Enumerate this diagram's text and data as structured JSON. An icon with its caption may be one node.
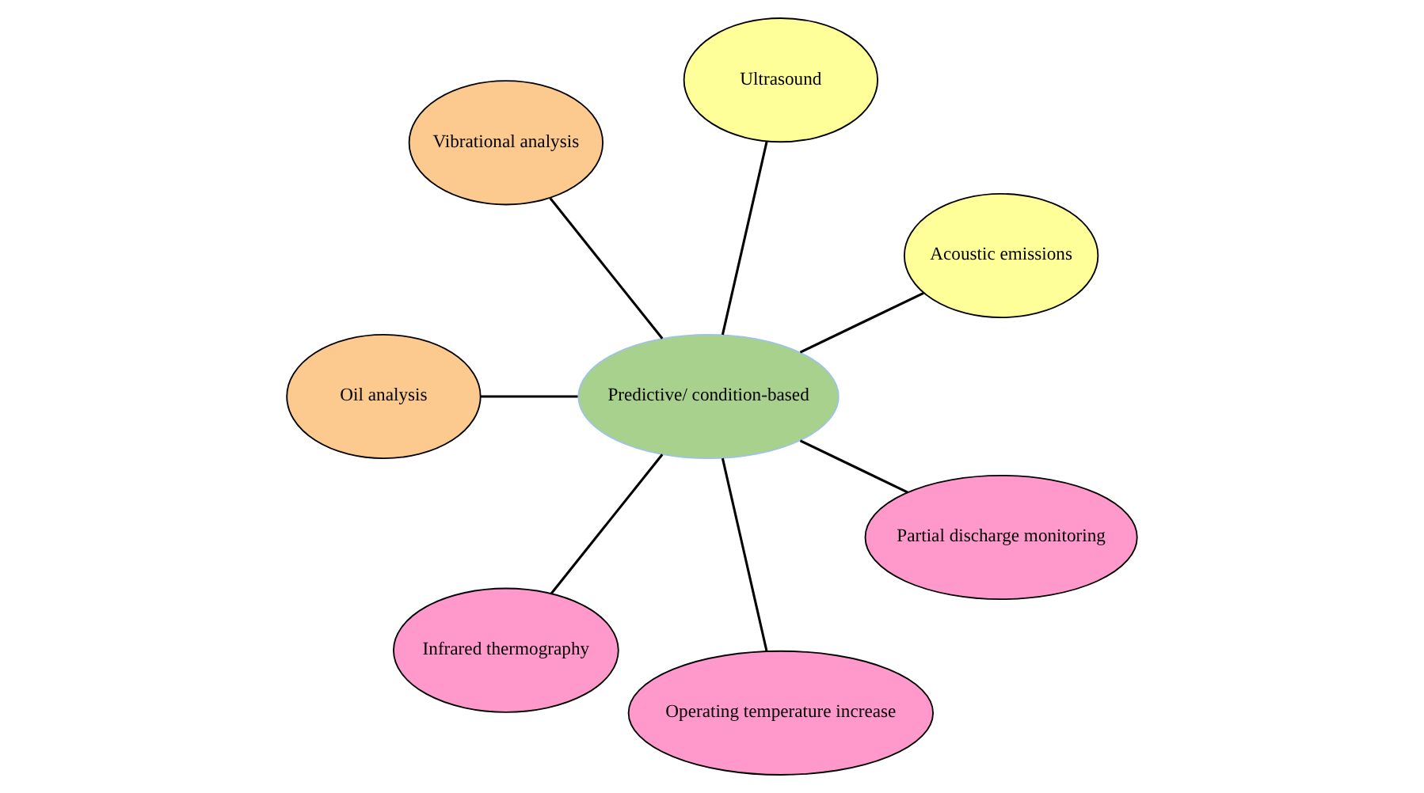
{
  "diagram": {
    "nodes": [
      {
        "text": [
          "Predictive/ condition-based"
        ]
      },
      {
        "text": [
          "Acoustic emissions"
        ]
      },
      {
        "text": [
          "Ultrasound"
        ]
      },
      {
        "text": [
          "Vibrational analysis"
        ]
      },
      {
        "text": [
          "Oil analysis"
        ]
      },
      {
        "text": [
          "Infrared thermography"
        ]
      },
      {
        "text": [
          "Operating temperature increase"
        ]
      },
      {
        "text": [
          "Partial discharge monitoring"
        ]
      }
    ],
    "edges": [
      {
        "from": 0,
        "to": 1,
        "arrow": "none"
      },
      {
        "from": 0,
        "to": 2,
        "arrow": "none"
      },
      {
        "from": 0,
        "to": 3,
        "arrow": "none"
      },
      {
        "from": 0,
        "to": 4,
        "arrow": "none"
      },
      {
        "from": 0,
        "to": 5,
        "arrow": "none"
      },
      {
        "from": 0,
        "to": 6,
        "arrow": "none"
      },
      {
        "from": 0,
        "to": 7,
        "arrow": "none"
      }
    ]
  }
}
